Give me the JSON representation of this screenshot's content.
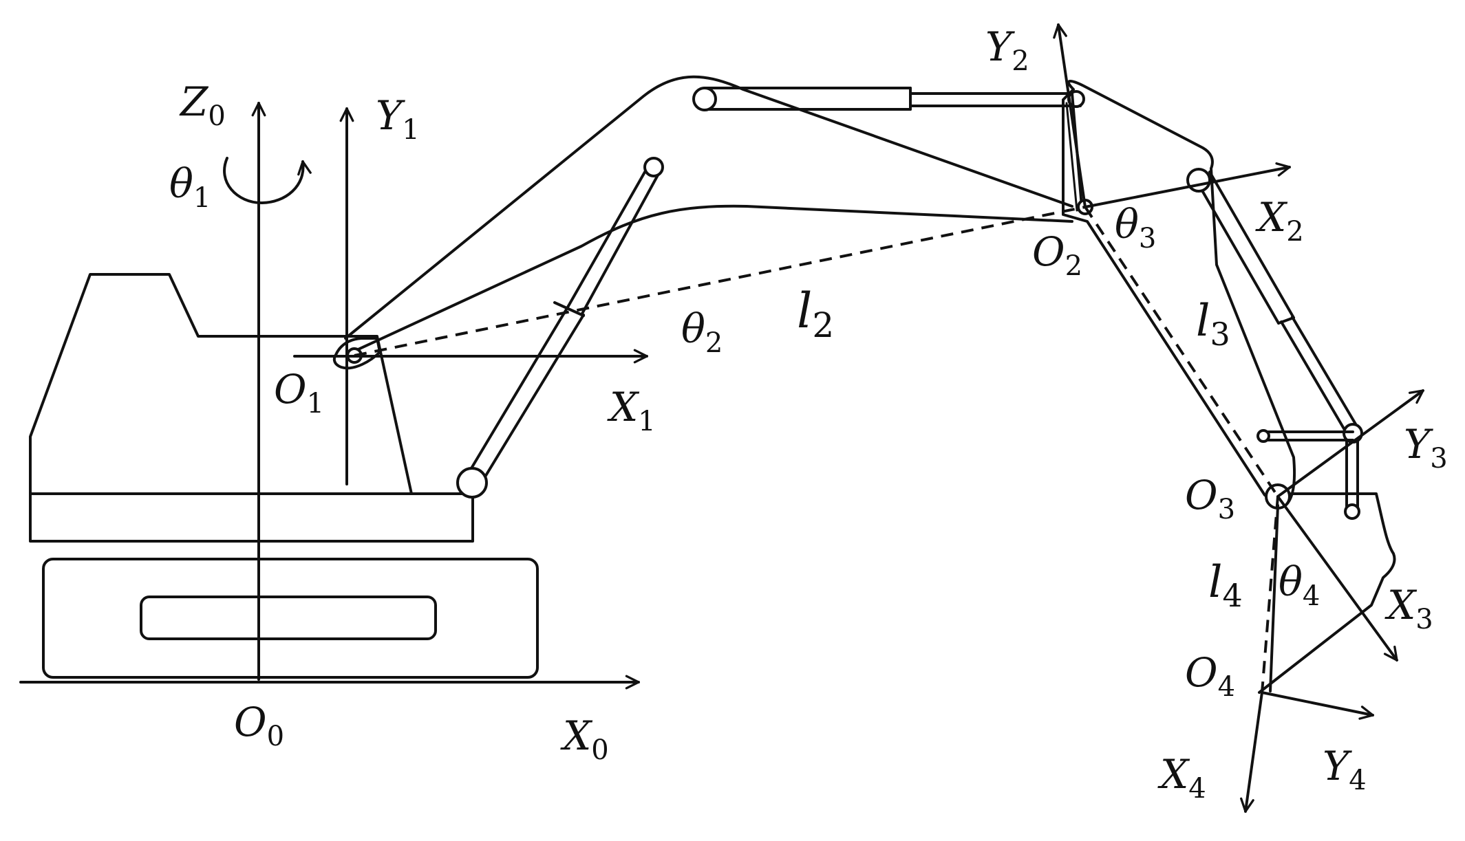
{
  "diagram": {
    "frames": {
      "z0": {
        "main": "Z",
        "sub": "0"
      },
      "x0": {
        "main": "X",
        "sub": "0"
      },
      "o0": {
        "main": "O",
        "sub": "0"
      },
      "y1": {
        "main": "Y",
        "sub": "1"
      },
      "x1": {
        "main": "X",
        "sub": "1"
      },
      "o1": {
        "main": "O",
        "sub": "1"
      },
      "y2": {
        "main": "Y",
        "sub": "2"
      },
      "x2": {
        "main": "X",
        "sub": "2"
      },
      "o2": {
        "main": "O",
        "sub": "2"
      },
      "y3": {
        "main": "Y",
        "sub": "3"
      },
      "x3": {
        "main": "X",
        "sub": "3"
      },
      "o3": {
        "main": "O",
        "sub": "3"
      },
      "y4": {
        "main": "Y",
        "sub": "4"
      },
      "x4": {
        "main": "X",
        "sub": "4"
      },
      "o4": {
        "main": "O",
        "sub": "4"
      }
    },
    "angles": {
      "theta1": {
        "main": "θ",
        "sub": "1"
      },
      "theta2": {
        "main": "θ",
        "sub": "2"
      },
      "theta3": {
        "main": "θ",
        "sub": "3"
      },
      "theta4": {
        "main": "θ",
        "sub": "4"
      }
    },
    "lengths": {
      "l2": {
        "main": "l",
        "sub": "2"
      },
      "l3": {
        "main": "l",
        "sub": "3"
      },
      "l4": {
        "main": "l",
        "sub": "4"
      }
    }
  }
}
